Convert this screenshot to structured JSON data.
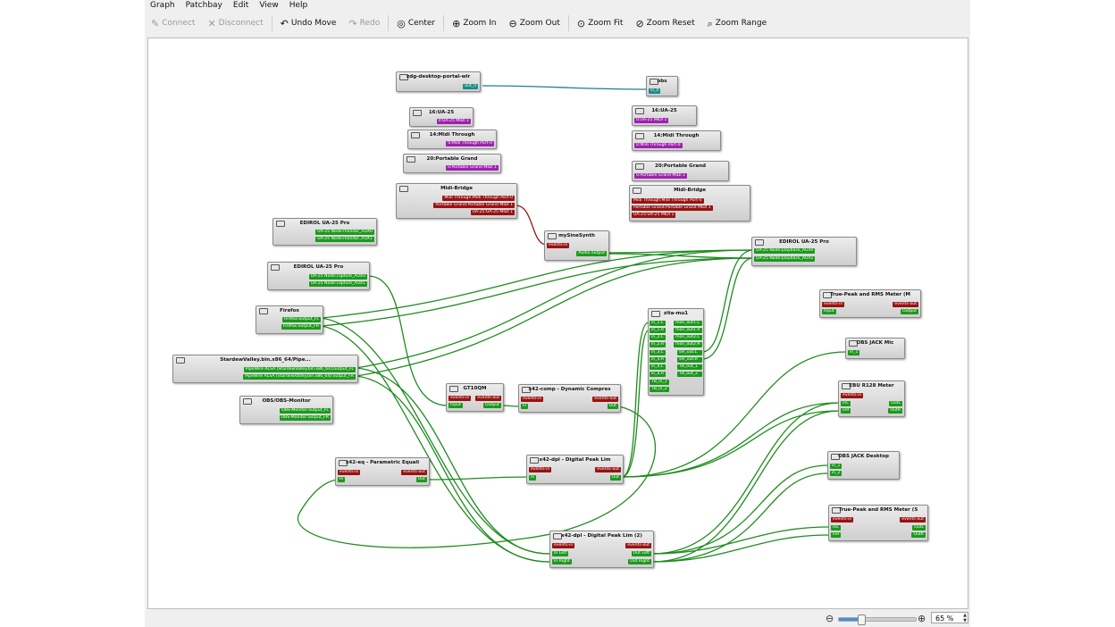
{
  "menu": [
    {
      "id": "graph",
      "label": "Graph"
    },
    {
      "id": "patchbay",
      "label": "Patchbay"
    },
    {
      "id": "edit",
      "label": "Edit"
    },
    {
      "id": "view",
      "label": "View"
    },
    {
      "id": "help",
      "label": "Help"
    }
  ],
  "toolbar": {
    "connect": "Connect",
    "disconnect": "Disconnect",
    "undo_move": "Undo Move",
    "redo": "Redo",
    "center": "Center",
    "zoom_in": "Zoom In",
    "zoom_out": "Zoom Out",
    "zoom_fit": "Zoom Fit",
    "zoom_reset": "Zoom Reset",
    "zoom_range": "Zoom Range"
  },
  "colors": {
    "audio_port": "#1a9a1a",
    "midi_port": "#a020b0",
    "event_port": "#9a1212",
    "video_port": "#1a8a8a",
    "audio_link": "#1e8c1e",
    "video_link": "#207f8a",
    "midi_link": "#8c1a1a"
  },
  "nodes": [
    {
      "id": "xdg",
      "title": "xdg-desktop-portal-wlr",
      "ports": [
        "out_0"
      ]
    },
    {
      "id": "obs",
      "title": "obs",
      "ports": [
        "in_0"
      ]
    },
    {
      "id": "ua25_l",
      "title": "16:UA-25",
      "ports": [
        "0:UA-25 MIDI 1"
      ]
    },
    {
      "id": "ua25_r",
      "title": "16:UA-25",
      "ports": [
        "0:UA-25 MIDI 1"
      ]
    },
    {
      "id": "midithru_l",
      "title": "14:Midi Through",
      "ports": [
        "0:Midi Through Port-0"
      ]
    },
    {
      "id": "midithru_r",
      "title": "14:Midi Through",
      "ports": [
        "0:Midi Through Port-0"
      ]
    },
    {
      "id": "pg_l",
      "title": "20:Portable Grand",
      "ports": [
        "0:Portable Grand MIDI 1"
      ]
    },
    {
      "id": "pg_r",
      "title": "20:Portable Grand",
      "ports": [
        "0:Portable Grand MIDI 1"
      ]
    },
    {
      "id": "midibridge_l",
      "title": "Midi-Bridge",
      "ports": [
        "Midi Through:Midi Through Port-0",
        "Portable Grand:Portable Grand MIDI 1",
        "UA-25:UA-25 MIDI 1"
      ]
    },
    {
      "id": "midibridge_r",
      "title": "Midi-Bridge",
      "ports": [
        "Midi Through:Midi Through Port-0",
        "Portable Grand:Portable Grand MIDI 1",
        "UA-25:UA-25 MIDI 1"
      ]
    },
    {
      "id": "ua25pro_mon",
      "title": "EDIROL UA-25 Pro",
      "ports": [
        "UA-25 Node:monitor_AUX0",
        "UA-25 Node:monitor_AUX1"
      ]
    },
    {
      "id": "ua25pro_cap",
      "title": "EDIROL UA-25 Pro",
      "ports": [
        "UA-25 Node:capture_AUX0",
        "UA-25 Node:capture_AUX1"
      ]
    },
    {
      "id": "synth",
      "title": "mySineSynth",
      "ports": [
        "events-in",
        "Audio output"
      ]
    },
    {
      "id": "ua25pro_play",
      "title": "EDIROL UA-25 Pro",
      "ports": [
        "UA-25 Node:playback_AUX0",
        "UA-25 Node:playback_AUX1"
      ]
    },
    {
      "id": "firefox",
      "title": "Firefox",
      "ports": [
        "Firefox:output_FL",
        "Firefox:output_FR"
      ]
    },
    {
      "id": "stardew",
      "title": "StardewValley.bin.x86_64/Pipe...",
      "ports": [
        "PipeWire ALSA [StardewValley.bin.x86_64]:output_FL",
        "PipeWire ALSA [StardewValley.bin.x86_64]:output_FR"
      ]
    },
    {
      "id": "obsmon",
      "title": "OBS/OBS-Monitor",
      "ports": [
        "OBS-Monitor:output_FL",
        "OBS-Monitor:output_FR"
      ]
    },
    {
      "id": "zita",
      "title": "zita-mu1",
      "ports": [
        "in_1.L",
        "in_1.R",
        "in_2.L",
        "in_2.R",
        "in_3.L",
        "in_3.R",
        "in_4.L",
        "in_4.R",
        "TB_in_1",
        "TB_in_2",
        "mon_out1.L",
        "mon_out1.R",
        "mon_out2.L",
        "mon_out2.R",
        "sel_out.L",
        "sel_out.R",
        "TB_out_1",
        "TB_out_2"
      ]
    },
    {
      "id": "tprms_m",
      "title": "True-Peak and RMS Meter (M",
      "ports": [
        "events-in",
        "events-out",
        "Input",
        "Output"
      ]
    },
    {
      "id": "obsmic",
      "title": "OBS JACK Mic",
      "ports": [
        "in_1"
      ]
    },
    {
      "id": "gt10",
      "title": "GT10QM",
      "ports": [
        "events-in",
        "events-out",
        "Input",
        "Output"
      ]
    },
    {
      "id": "x42comp",
      "title": "x42-comp - Dynamic Compres",
      "ports": [
        "events-in",
        "events-out",
        "In",
        "Out"
      ]
    },
    {
      "id": "ebu",
      "title": "EBU R128 Meter",
      "ports": [
        "events-in",
        "inL",
        "inR",
        "OutL",
        "OutR"
      ]
    },
    {
      "id": "x42eq",
      "title": "x42-eq - Parametric Equali",
      "ports": [
        "events-in",
        "events-out",
        "In",
        "Out"
      ]
    },
    {
      "id": "x42dpl",
      "title": "x42-dpl - Digital Peak Lim",
      "ports": [
        "events-in",
        "events-out",
        "In",
        "Out"
      ]
    },
    {
      "id": "obsdesk",
      "title": "OBS JACK Desktop",
      "ports": [
        "in_1",
        "in_2"
      ]
    },
    {
      "id": "tprms_s",
      "title": "True-Peak and RMS Meter (S",
      "ports": [
        "events-in",
        "events-out",
        "InL",
        "InR",
        "OutL",
        "OutR"
      ]
    },
    {
      "id": "x42dpl2",
      "title": "x42-dpl - Digital Peak Lim (2)",
      "ports": [
        "events-in",
        "events-out",
        "In Left",
        "In Right",
        "Out Left",
        "Out Right"
      ]
    }
  ],
  "zoom": {
    "percent": 65,
    "label": "65 %"
  }
}
